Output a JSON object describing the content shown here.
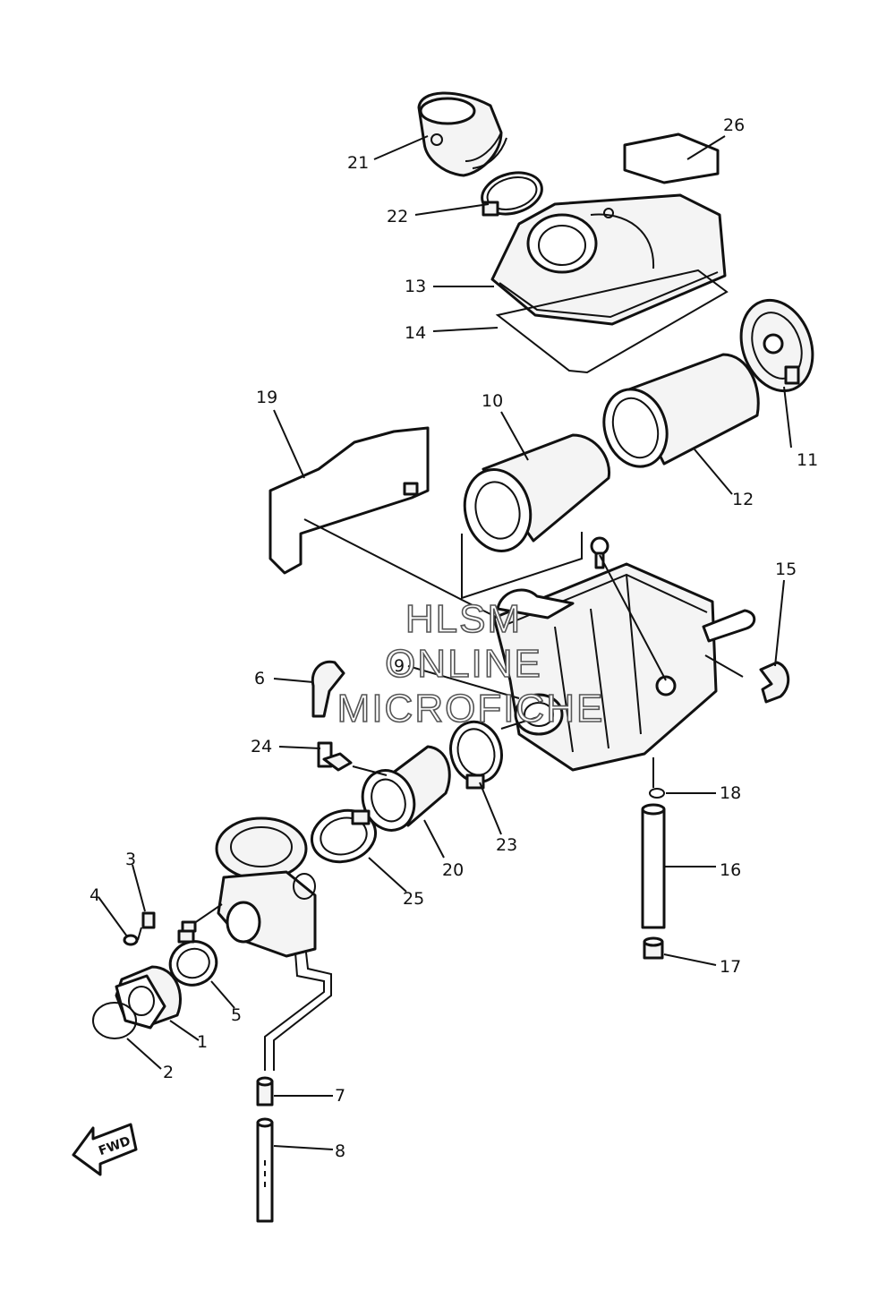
{
  "parts": [
    {
      "id": "1"
    },
    {
      "id": "2"
    },
    {
      "id": "3"
    },
    {
      "id": "4"
    },
    {
      "id": "5"
    },
    {
      "id": "6"
    },
    {
      "id": "7"
    },
    {
      "id": "8"
    },
    {
      "id": "9"
    },
    {
      "id": "10"
    },
    {
      "id": "11"
    },
    {
      "id": "12"
    },
    {
      "id": "13"
    },
    {
      "id": "14"
    },
    {
      "id": "15"
    },
    {
      "id": "16"
    },
    {
      "id": "17"
    },
    {
      "id": "18"
    },
    {
      "id": "19"
    },
    {
      "id": "20"
    },
    {
      "id": "21"
    },
    {
      "id": "22"
    },
    {
      "id": "23"
    },
    {
      "id": "24"
    },
    {
      "id": "25"
    },
    {
      "id": "26"
    }
  ],
  "watermark": {
    "line1": "HLSM",
    "line2": "ONLINE",
    "line3": "MICROFICHE"
  },
  "direction_marker": {
    "label": "FWD"
  }
}
